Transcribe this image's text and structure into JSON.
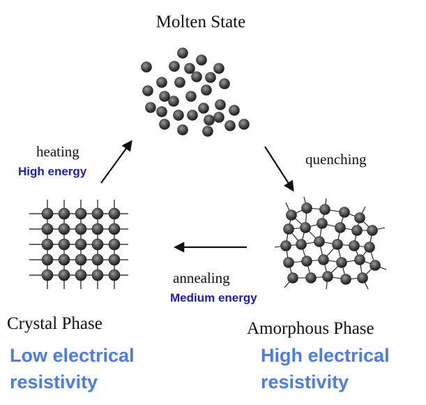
{
  "states": {
    "molten": {
      "title": "Molten State"
    },
    "crystal": {
      "title": "Crystal Phase",
      "property_line1": "Low electrical",
      "property_line2": "resistivity"
    },
    "amorphous": {
      "title": "Amorphous Phase",
      "property_line1": "High electrical",
      "property_line2": "resistivity"
    }
  },
  "transitions": {
    "heating": {
      "label": "heating",
      "energy": "High energy"
    },
    "quenching": {
      "label": "quenching"
    },
    "annealing": {
      "label": "annealing",
      "energy": "Medium energy"
    }
  },
  "colors": {
    "energy_text": "#1a1ad8",
    "property_text": "#4a7cf0",
    "atom": "#555555",
    "ink": "#111111"
  }
}
